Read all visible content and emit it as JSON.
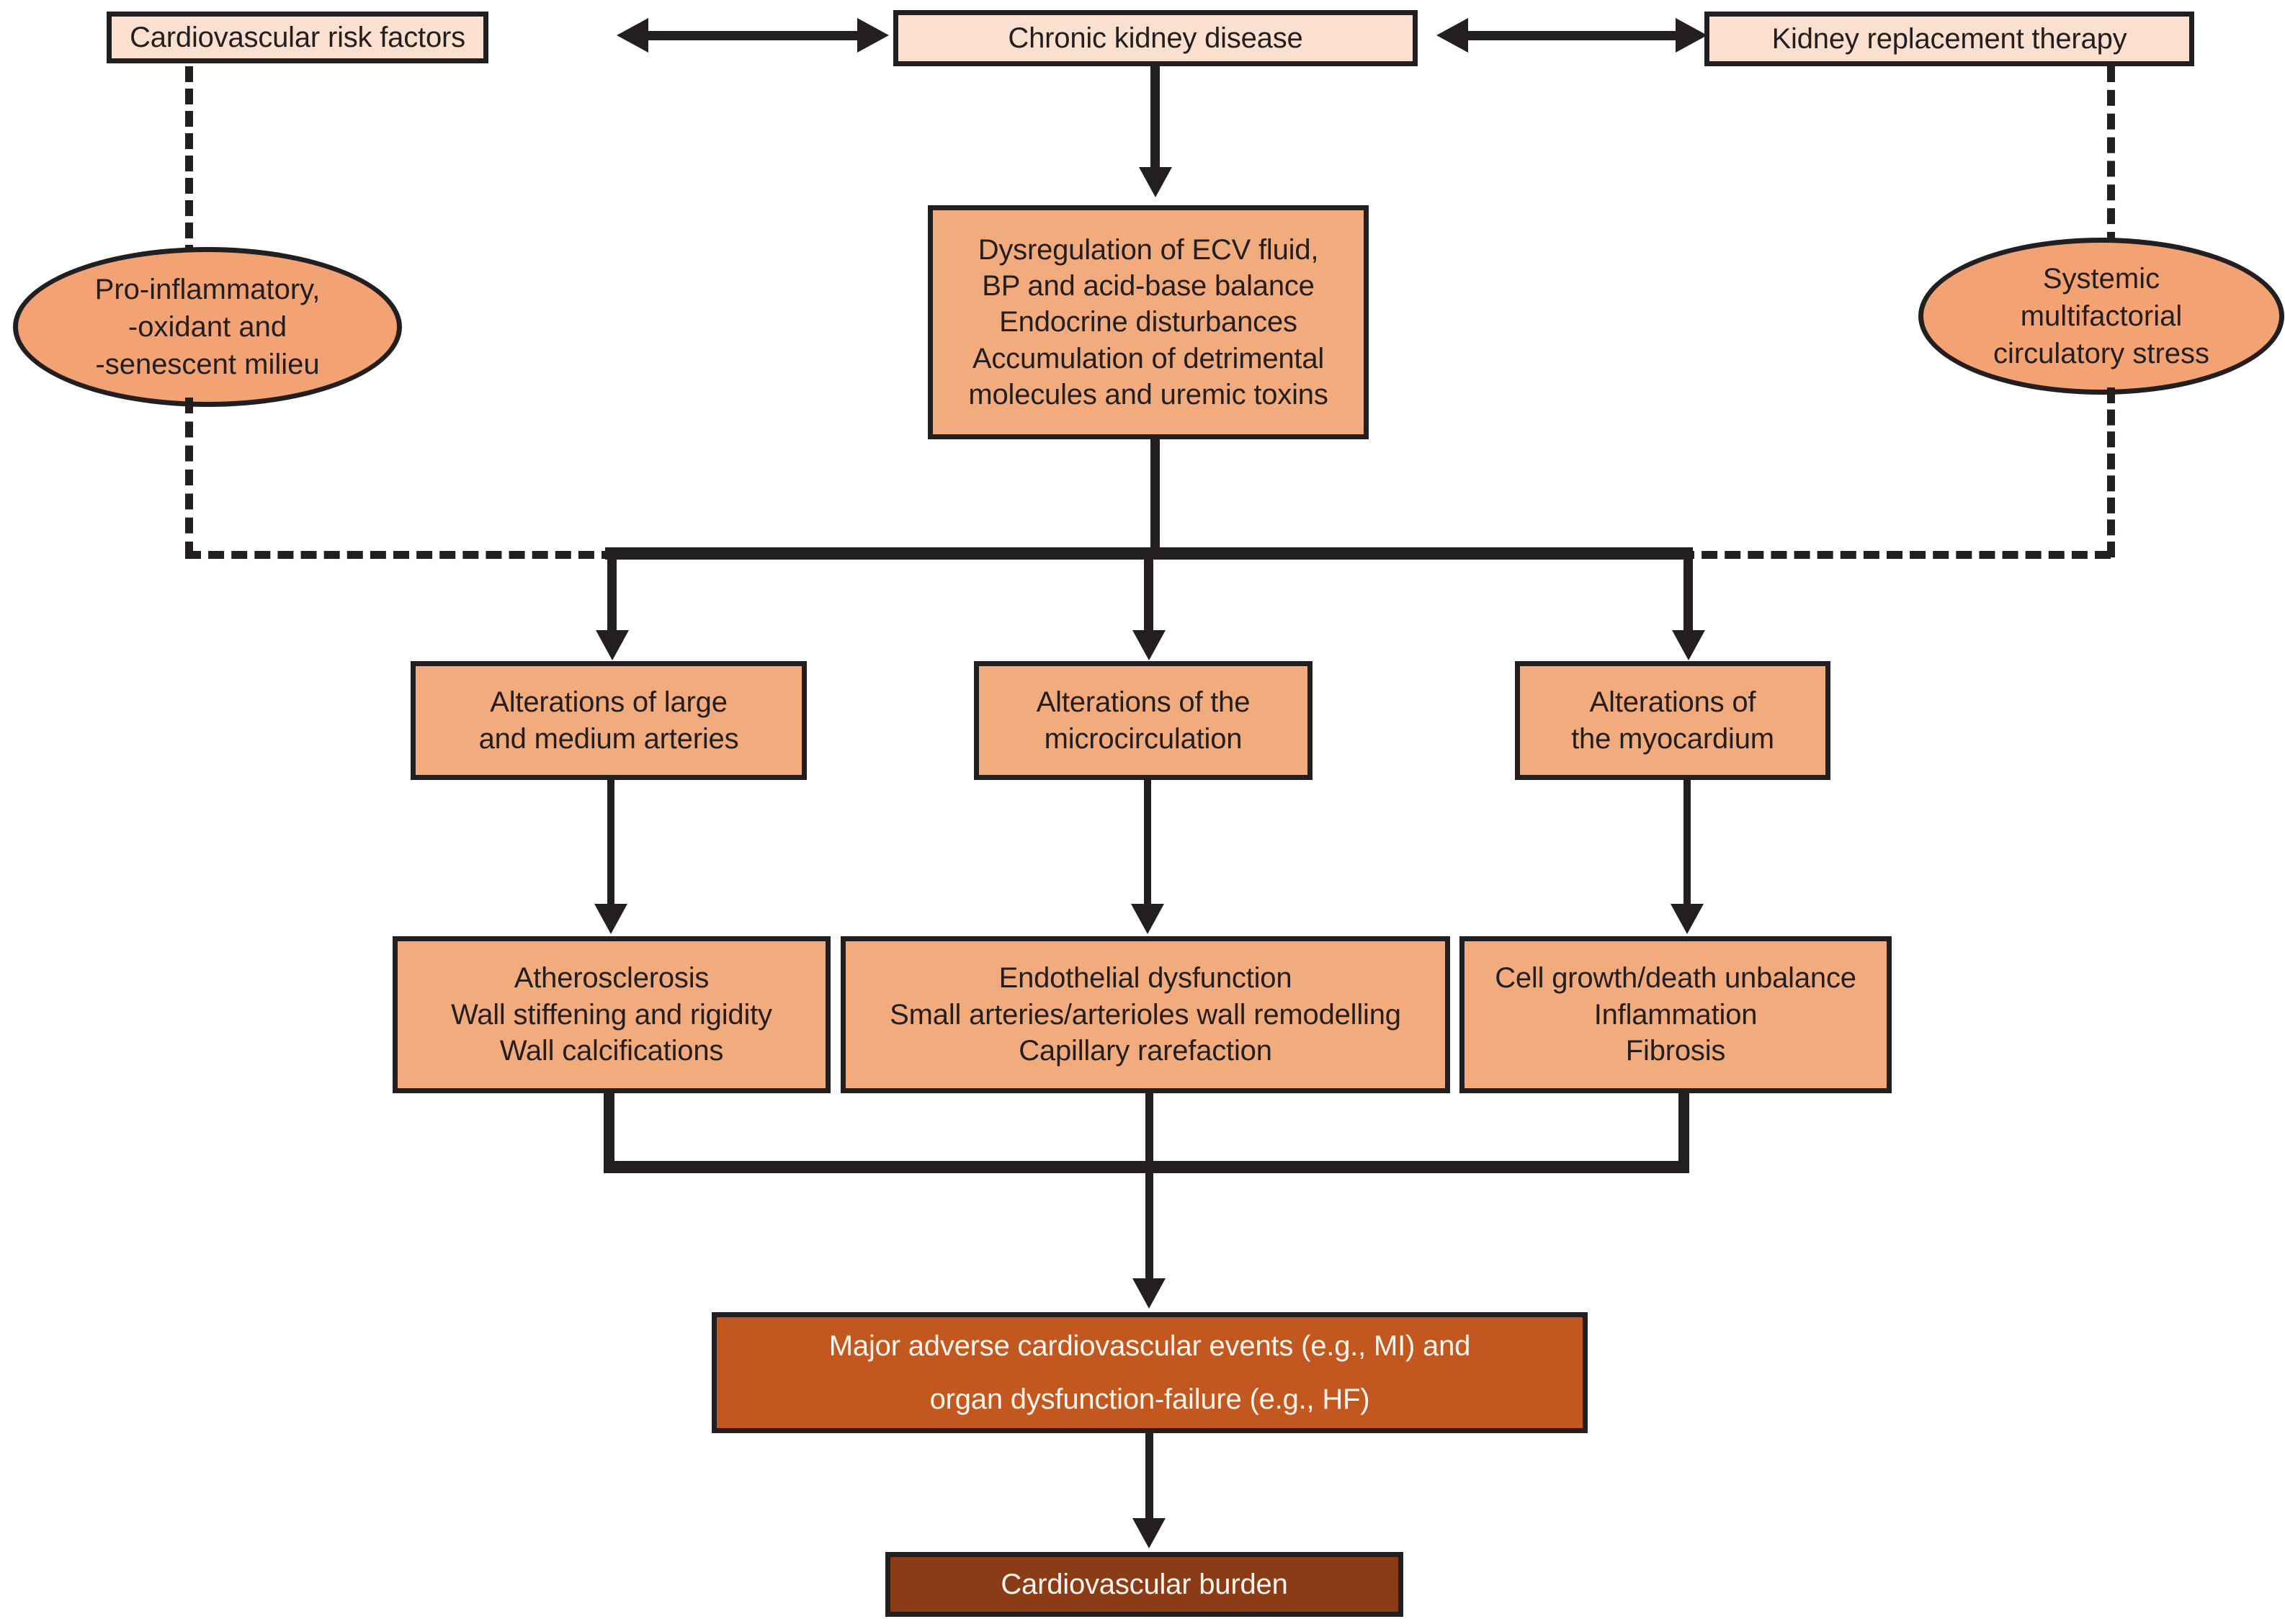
{
  "diagram": {
    "title": "Cardiovascular burden in chronic kidney disease pathway",
    "colors": {
      "pale_box": "#fbe0d0",
      "orange_box": "#f2ab7d",
      "ellipse": "#f2a273",
      "mace_box": "#c2571f",
      "burden_box": "#8c3b17",
      "stroke": "#231f20",
      "light_text": "#fdf6ef"
    },
    "top_row": {
      "left": {
        "label": "Cardiovascular risk factors"
      },
      "center": {
        "label": "Chronic kidney disease"
      },
      "right": {
        "label": "Kidney replacement therapy"
      }
    },
    "ellipses": {
      "left": {
        "lines": [
          "Pro-inflammatory,",
          "-oxidant and",
          "-senescent milieu"
        ]
      },
      "right": {
        "lines": [
          "Systemic",
          "multifactorial",
          "circulatory stress"
        ]
      }
    },
    "mechanisms_box": {
      "lines": [
        "Dysregulation of ECV fluid,",
        "BP and acid-base balance",
        "Endocrine disturbances",
        "Accumulation of detrimental",
        "molecules and uremic toxins"
      ]
    },
    "alterations": [
      {
        "lines": [
          "Alterations of large",
          "and medium arteries"
        ]
      },
      {
        "lines": [
          "Alterations of the",
          "microcirculation"
        ]
      },
      {
        "lines": [
          "Alterations of",
          "the myocardium"
        ]
      }
    ],
    "consequences": [
      {
        "lines": [
          "Atherosclerosis",
          "Wall stiffening and rigidity",
          "Wall calcifications"
        ]
      },
      {
        "lines": [
          "Endothelial dysfunction",
          "Small arteries/arterioles wall remodelling",
          "Capillary rarefaction"
        ]
      },
      {
        "lines": [
          "Cell growth/death unbalance",
          "Inflammation",
          "Fibrosis"
        ]
      }
    ],
    "outcome": {
      "lines": [
        "Major adverse cardiovascular events (e.g., MI) and",
        "organ dysfunction-failure (e.g., HF)"
      ]
    },
    "final": {
      "label": "Cardiovascular burden"
    }
  }
}
